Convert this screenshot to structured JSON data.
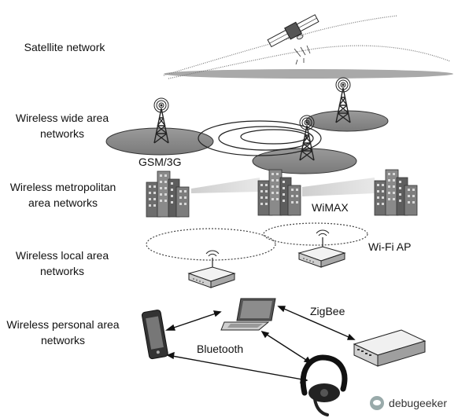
{
  "layers": {
    "satellite": "Satellite network",
    "wwan_line1": "Wireless wide area",
    "wwan_line2": "networks",
    "wman_line1": "Wireless metropolitan",
    "wman_line2": "area networks",
    "wlan_line1": "Wireless local area",
    "wlan_line2": "networks",
    "wpan_line1": "Wireless personal area",
    "wpan_line2": "networks"
  },
  "tags": {
    "gsm": "GSM/3G",
    "wimax": "WiMAX",
    "wifi_ap": "Wi-Fi AP",
    "zigbee": "ZigBee",
    "bluetooth": "Bluetooth"
  },
  "watermark": "debugeeker",
  "icons": [
    "satellite-icon",
    "cell-tower-icon",
    "building-icon",
    "router-icon",
    "smartphone-icon",
    "laptop-icon",
    "headset-icon",
    "zigbee-device-icon",
    "watermark-icon"
  ]
}
